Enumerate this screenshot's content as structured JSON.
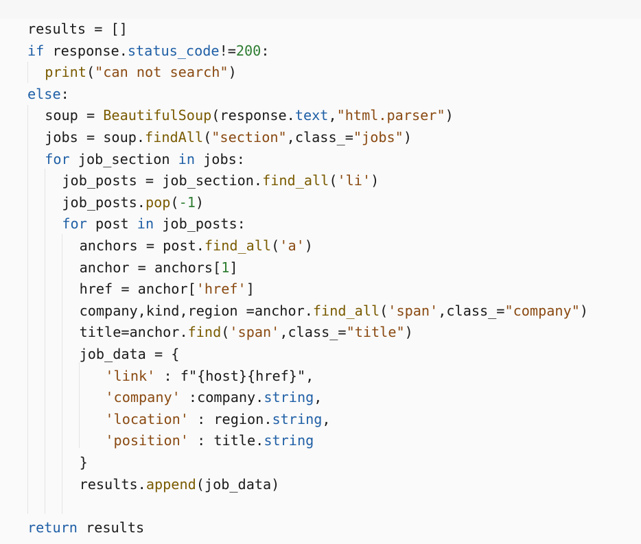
{
  "code_lines": [
    [
      {
        "t": "results = []",
        "c": "plain"
      }
    ],
    [
      {
        "t": "if",
        "c": "kw"
      },
      {
        "t": " response.",
        "c": "plain"
      },
      {
        "t": "status_code",
        "c": "attr"
      },
      {
        "t": "!=",
        "c": "plain"
      },
      {
        "t": "200",
        "c": "num"
      },
      {
        "t": ":",
        "c": "plain"
      }
    ],
    [
      {
        "t": "print",
        "c": "fn"
      },
      {
        "t": "(",
        "c": "plain"
      },
      {
        "t": "\"can not search\"",
        "c": "str"
      },
      {
        "t": ")",
        "c": "plain"
      }
    ],
    [
      {
        "t": "else",
        "c": "kw"
      },
      {
        "t": ":",
        "c": "plain"
      }
    ],
    [
      {
        "t": "soup = ",
        "c": "plain"
      },
      {
        "t": "BeautifulSoup",
        "c": "fn"
      },
      {
        "t": "(response.",
        "c": "plain"
      },
      {
        "t": "text",
        "c": "attr"
      },
      {
        "t": ",",
        "c": "plain"
      },
      {
        "t": "\"html.parser\"",
        "c": "str"
      },
      {
        "t": ")",
        "c": "plain"
      }
    ],
    [
      {
        "t": "jobs = soup.",
        "c": "plain"
      },
      {
        "t": "findAll",
        "c": "fn"
      },
      {
        "t": "(",
        "c": "plain"
      },
      {
        "t": "\"section\"",
        "c": "str"
      },
      {
        "t": ",class_=",
        "c": "plain"
      },
      {
        "t": "\"jobs\"",
        "c": "str"
      },
      {
        "t": ")",
        "c": "plain"
      }
    ],
    [
      {
        "t": "for",
        "c": "kw"
      },
      {
        "t": " job_section ",
        "c": "plain"
      },
      {
        "t": "in",
        "c": "kw"
      },
      {
        "t": " jobs:",
        "c": "plain"
      }
    ],
    [
      {
        "t": "job_posts = job_section.",
        "c": "plain"
      },
      {
        "t": "find_all",
        "c": "fn"
      },
      {
        "t": "(",
        "c": "plain"
      },
      {
        "t": "'li'",
        "c": "str"
      },
      {
        "t": ")",
        "c": "plain"
      }
    ],
    [
      {
        "t": "job_posts.",
        "c": "plain"
      },
      {
        "t": "pop",
        "c": "fn"
      },
      {
        "t": "(",
        "c": "plain"
      },
      {
        "t": "-1",
        "c": "num"
      },
      {
        "t": ")",
        "c": "plain"
      }
    ],
    [
      {
        "t": "for",
        "c": "kw"
      },
      {
        "t": " post ",
        "c": "plain"
      },
      {
        "t": "in",
        "c": "kw"
      },
      {
        "t": " job_posts:",
        "c": "plain"
      }
    ],
    [
      {
        "t": "anchors = post.",
        "c": "plain"
      },
      {
        "t": "find_all",
        "c": "fn"
      },
      {
        "t": "(",
        "c": "plain"
      },
      {
        "t": "'a'",
        "c": "str"
      },
      {
        "t": ")",
        "c": "plain"
      }
    ],
    [
      {
        "t": "anchor = anchors[",
        "c": "plain"
      },
      {
        "t": "1",
        "c": "num"
      },
      {
        "t": "]",
        "c": "plain"
      }
    ],
    [
      {
        "t": "href = anchor[",
        "c": "plain"
      },
      {
        "t": "'href'",
        "c": "str"
      },
      {
        "t": "]",
        "c": "plain"
      }
    ],
    [
      {
        "t": "company,kind,region =anchor.",
        "c": "plain"
      },
      {
        "t": "find_all",
        "c": "fn"
      },
      {
        "t": "(",
        "c": "plain"
      },
      {
        "t": "'span'",
        "c": "str"
      },
      {
        "t": ",class_=",
        "c": "plain"
      },
      {
        "t": "\"company\"",
        "c": "str"
      },
      {
        "t": ")",
        "c": "plain"
      }
    ],
    [
      {
        "t": "title=anchor.",
        "c": "plain"
      },
      {
        "t": "find",
        "c": "fn"
      },
      {
        "t": "(",
        "c": "plain"
      },
      {
        "t": "'span'",
        "c": "str"
      },
      {
        "t": ",class_=",
        "c": "plain"
      },
      {
        "t": "\"title\"",
        "c": "str"
      },
      {
        "t": ")",
        "c": "plain"
      }
    ],
    [
      {
        "t": "job_data = {",
        "c": "plain"
      }
    ],
    [
      {
        "t": "'link'",
        "c": "str"
      },
      {
        "t": " : f\"{host}{href}\",",
        "c": "plain"
      }
    ],
    [
      {
        "t": "'company'",
        "c": "str"
      },
      {
        "t": " :company.",
        "c": "plain"
      },
      {
        "t": "string",
        "c": "attr"
      },
      {
        "t": ",",
        "c": "plain"
      }
    ],
    [
      {
        "t": "'location'",
        "c": "str"
      },
      {
        "t": " : region.",
        "c": "plain"
      },
      {
        "t": "string",
        "c": "attr"
      },
      {
        "t": ",",
        "c": "plain"
      }
    ],
    [
      {
        "t": "'position'",
        "c": "str"
      },
      {
        "t": " : title.",
        "c": "plain"
      },
      {
        "t": "string",
        "c": "attr"
      }
    ],
    [
      {
        "t": "}",
        "c": "plain"
      }
    ],
    [
      {
        "t": "results.",
        "c": "plain"
      },
      {
        "t": "append",
        "c": "fn"
      },
      {
        "t": "(job_data)",
        "c": "plain"
      }
    ],
    [],
    [
      {
        "t": "return",
        "c": "kw"
      },
      {
        "t": " results",
        "c": "plain"
      }
    ]
  ],
  "colors": {
    "background": "#fafafa",
    "keyword": "#1f5fa6",
    "function": "#7a5b00",
    "string": "#8a4a12",
    "number": "#2e7d32"
  }
}
